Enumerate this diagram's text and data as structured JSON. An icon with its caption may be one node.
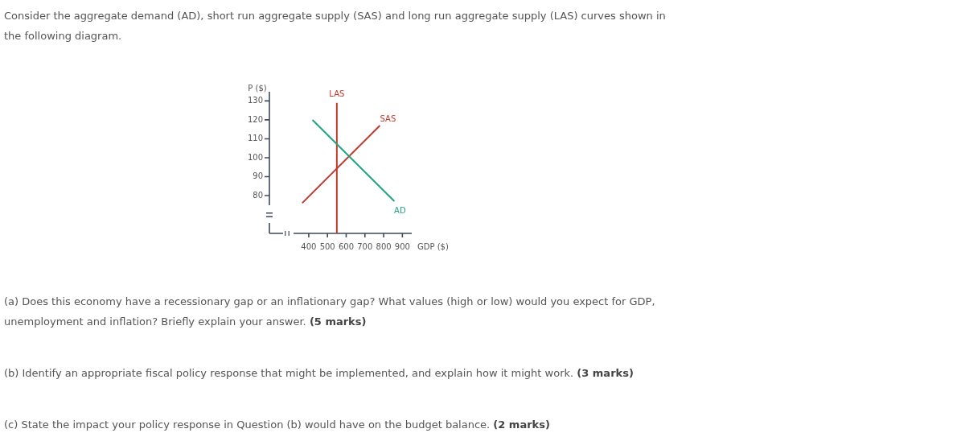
{
  "diagram": {
    "labels": [
      "Consider the aggregate demand (AD), short run aggregate supply (SAS) and long run aggregate supply (LAS) curves shown in the following diagram.",
      "(a) Does this economy have a recessionary gap or an inflationary gap? What values (high or low) would you expect for GDP, unemployment and inflation? Briefly explain your answer. **(5 marks)**",
      "(b) Identify an appropriate fiscal policy response that might be implemented, and explain how it might work. **(3 marks)**",
      "(c) State the impact your policy response in Question (b) would have on the budget balance. **(2 marks)**"
    ],
    "chart_data": {
      "type": "line",
      "xlabel": "GDP ($)",
      "ylabel": "P ($)",
      "xlim": [
        190,
        950
      ],
      "ylim": [
        60,
        134
      ],
      "xticks": [
        400,
        500,
        600,
        700,
        800,
        900
      ],
      "yticks": [
        80,
        90,
        100,
        110,
        120,
        130
      ],
      "series": [
        {
          "name": "LAS",
          "color": "#c0392b",
          "x": [
            550,
            550
          ],
          "values": [
            60,
            129
          ]
        },
        {
          "name": "SAS",
          "color": "#c0392b",
          "x": [
            365,
            780
          ],
          "values": [
            76,
            117
          ]
        },
        {
          "name": "AD",
          "color": "#1fa385",
          "x": [
            420,
            857
          ],
          "values": [
            120,
            77
          ]
        }
      ]
    }
  }
}
